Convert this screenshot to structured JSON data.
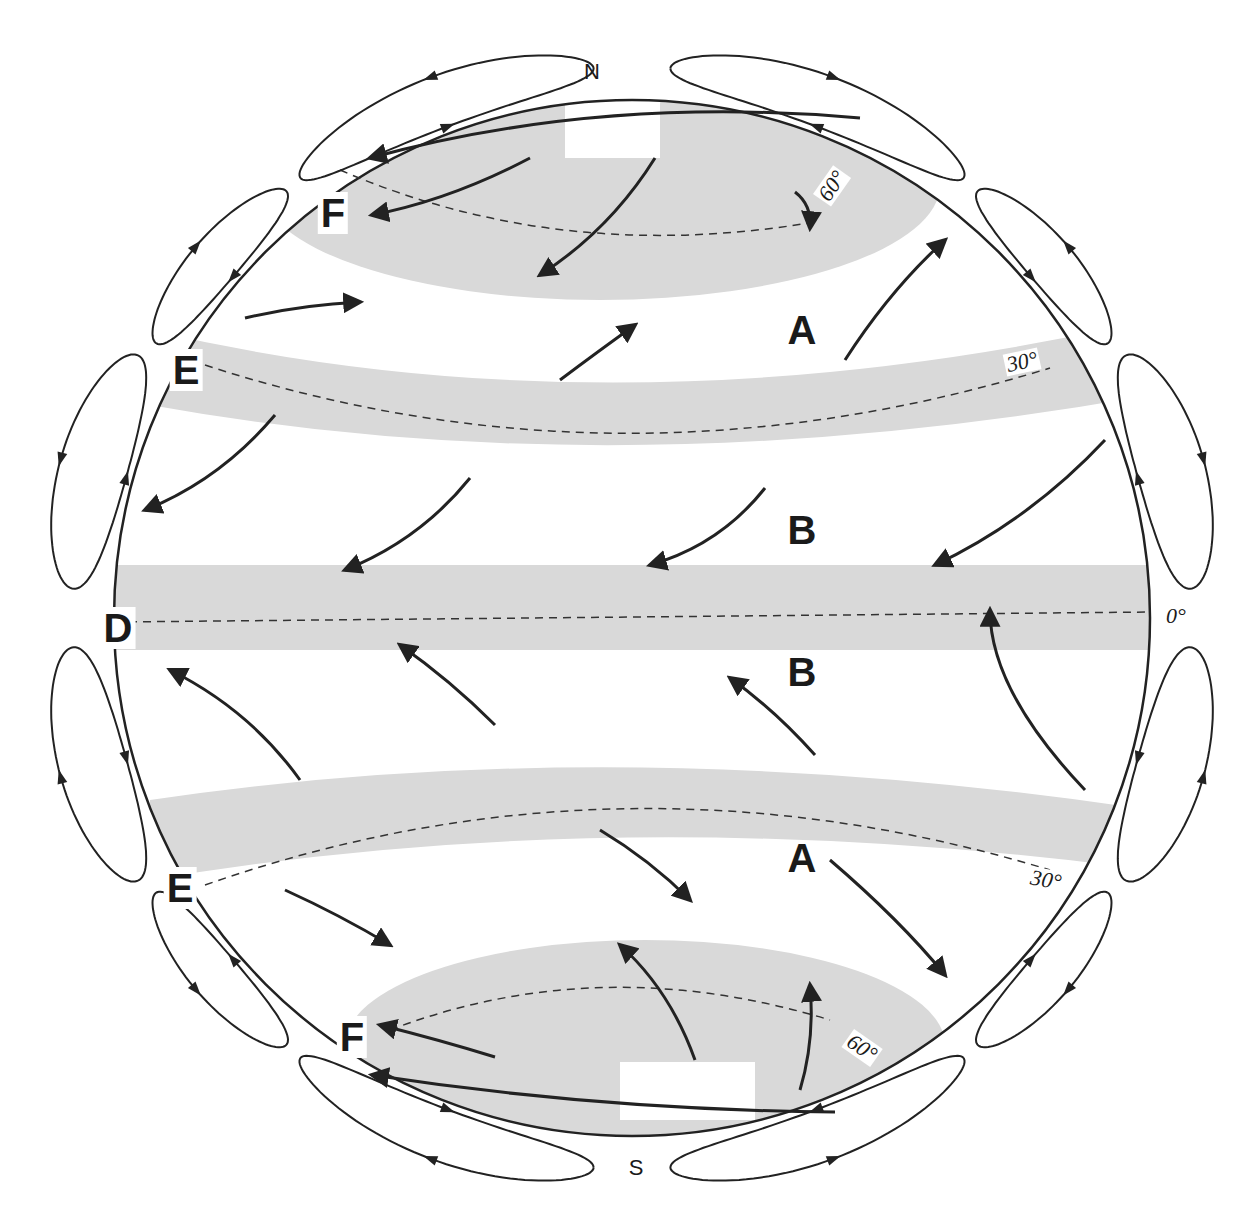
{
  "diagram": {
    "labels": [
      "N",
      "60°",
      "F",
      "A",
      "E",
      "30°",
      "B",
      "D",
      "0°",
      "B",
      "E",
      "A",
      "30°",
      "F",
      "60°",
      "S"
    ]
  }
}
